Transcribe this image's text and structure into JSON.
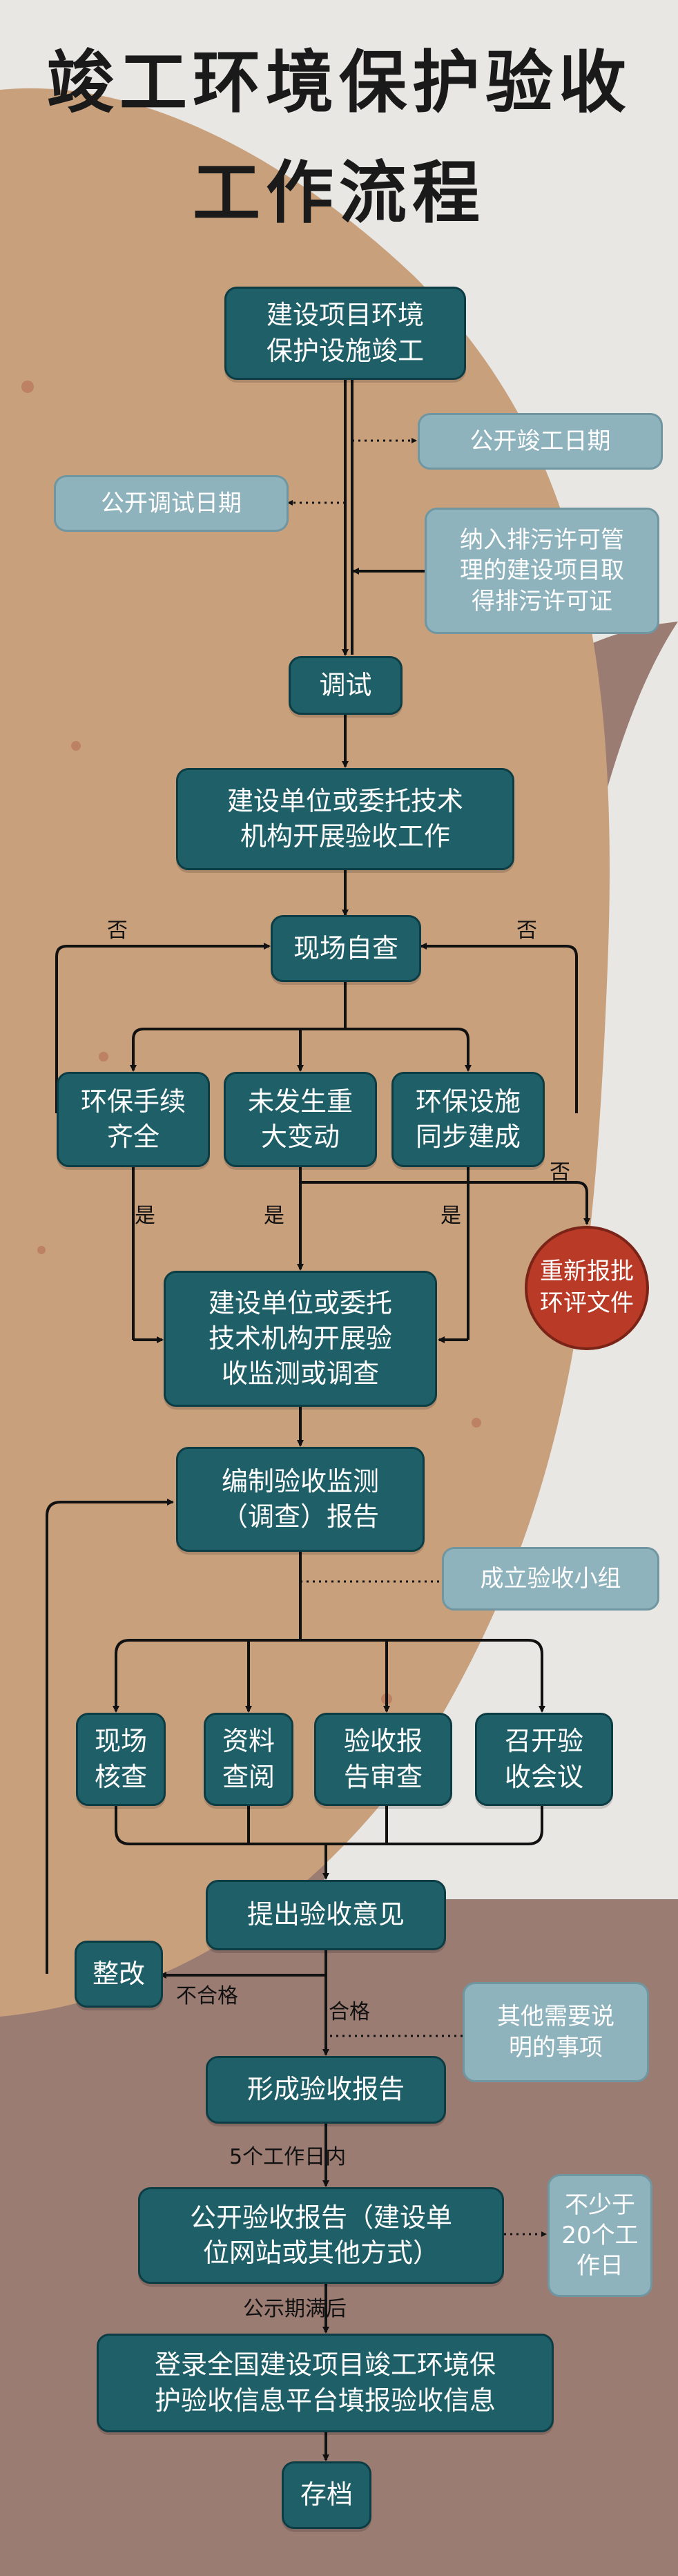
{
  "title": {
    "line1": "竣工环境保护验收",
    "line2": "工作流程"
  },
  "nodes": {
    "start": "建设项目环境\n保护设施竣工",
    "debug": "调试",
    "unit_work": "建设单位或委托技术\n机构开展验收工作",
    "self_check": "现场自查",
    "c1": "环保手续\n齐全",
    "c2": "未发生重\n大变动",
    "c3": "环保设施\n同步建成",
    "monitor": "建设单位或委托\n技术机构开展验\n收监测或调查",
    "report": "编制验收监测\n（调查）报告",
    "t1": "现场\n核查",
    "t2": "资料\n查阅",
    "t3": "验收报\n告审查",
    "t4": "召开验\n收会议",
    "opinion": "提出验收意见",
    "rectify": "整改",
    "form_report": "形成验收报告",
    "publish": "公开验收报告（建设单\n位网站或其他方式）",
    "register": "登录全国建设项目竣工环境保\n护验收信息平台填报验收信息",
    "archive": "存档"
  },
  "side_notes": {
    "complete_date": "公开竣工日期",
    "debug_date": "公开调试日期",
    "permit": "纳入排污许可管\n理的建设项目取\n得排污许可证",
    "group": "成立验收小组",
    "other": "其他需要说\n明的事项",
    "days20": "不少于\n20个工\n作日"
  },
  "circle": {
    "reapprove": "重新报批\n环评文件"
  },
  "labels": {
    "no_left": "否",
    "no_right": "否",
    "no_bottom": "否",
    "yes1": "是",
    "yes2": "是",
    "yes3": "是",
    "fail": "不合格",
    "pass": "合格",
    "within5": "5个工作日内",
    "after_period": "公示期满后"
  },
  "colors": {
    "box": "#1f5f68",
    "side": "#8fb3bd",
    "circle": "#b83a27",
    "paper": "#c9a07c",
    "paper_dark": "#9b7c73",
    "background": "#e9e7e3"
  }
}
